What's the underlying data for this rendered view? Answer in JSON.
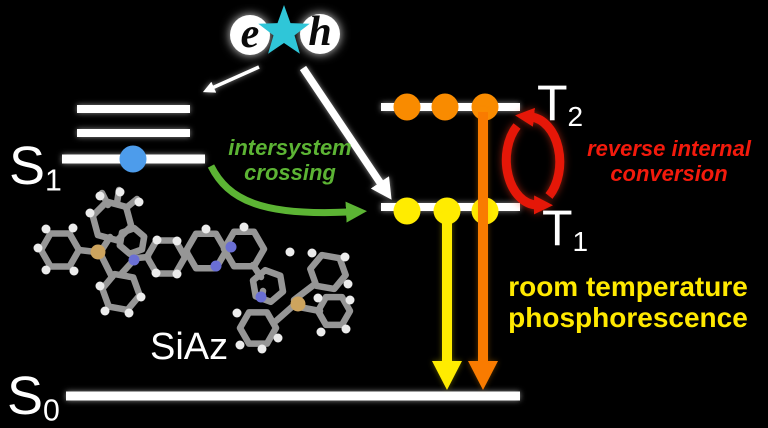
{
  "diagram": {
    "exciton": {
      "electron_label": "e",
      "hole_label": "h"
    },
    "levels": {
      "s1": {
        "symbol": "S",
        "subscript": "1"
      },
      "s0": {
        "symbol": "S",
        "subscript": "0"
      },
      "t1": {
        "symbol": "T",
        "subscript": "1"
      },
      "t2": {
        "symbol": "T",
        "subscript": "2"
      }
    },
    "processes": {
      "intersystem_crossing": {
        "line1": "intersystem",
        "line2": "crossing"
      },
      "reverse_internal_conversion": {
        "line1": "reverse internal",
        "line2": "conversion"
      },
      "room_temperature_phosphorescence": {
        "line1": "room temperature",
        "line2": "phosphorescence"
      }
    },
    "molecule": {
      "label": "SiAz"
    },
    "colors": {
      "background": "#000000",
      "level_lines": "#ffffff",
      "exciton_star": "#2fc6d8",
      "s1_electron": "#4d9ceb",
      "t2_electrons": "#f98b00",
      "t1_electrons": "#ffec00",
      "intersystem_crossing": "#5cb434",
      "reverse_internal_conversion": "#f31a0c",
      "room_temperature_phosphorescence": "#ffe900"
    }
  }
}
